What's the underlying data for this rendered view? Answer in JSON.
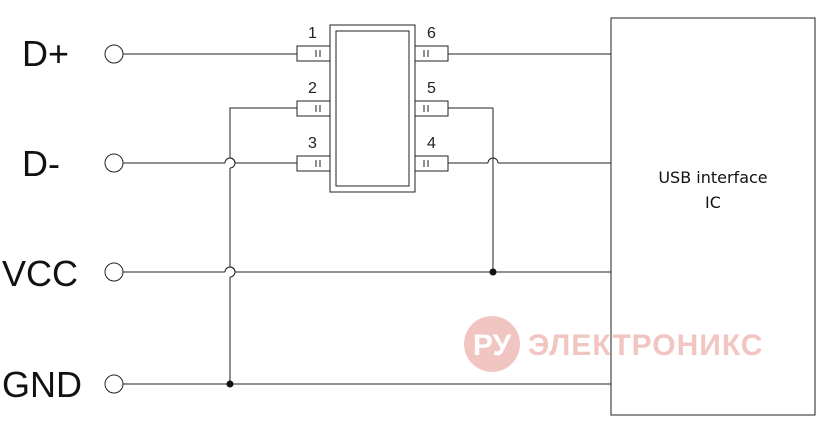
{
  "terminals": [
    {
      "label": "D+"
    },
    {
      "label": "D-"
    },
    {
      "label": "VCC"
    },
    {
      "label": "GND"
    }
  ],
  "chip_pins": {
    "left": [
      "1",
      "2",
      "3"
    ],
    "right": [
      "6",
      "5",
      "4"
    ]
  },
  "ic": {
    "line1": "USB interface",
    "line2": "IC"
  },
  "watermark": {
    "logo": "РУ",
    "text": "ЭЛЕКТРОНИКС",
    "color": "#e8a09a"
  }
}
